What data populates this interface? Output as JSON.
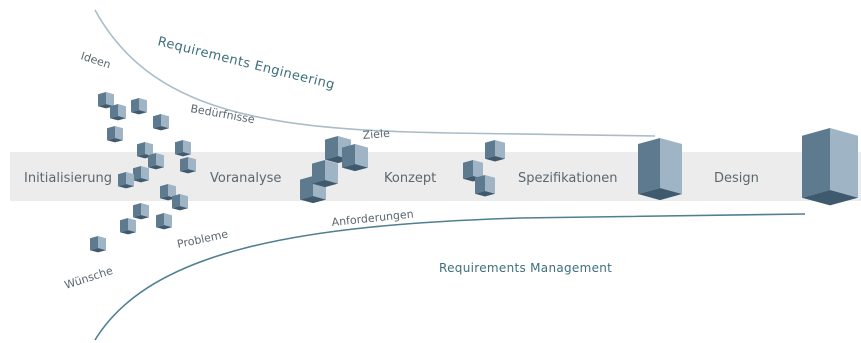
{
  "diagram": {
    "title_engineering": "Requirements Engineering",
    "title_management": "Requirements Management",
    "phases": {
      "initialisierung": "Initialisierung",
      "voranalyse": "Voranalyse",
      "konzept": "Konzept",
      "spezifikationen": "Spezifikationen",
      "design": "Design"
    },
    "inputs": {
      "ideen": "Ideen",
      "beduerfnisse": "Bedürfnisse",
      "probleme": "Probleme",
      "wuensche": "Wünsche"
    },
    "outputs": {
      "ziele": "Ziele",
      "anforderungen": "Anforderungen"
    }
  },
  "colors": {
    "band": "#ececec",
    "curve": "#9fb3c0",
    "cube_front": "#5e7a8f",
    "cube_side": "#9fb4c5",
    "cube_top": "#3f5a6e",
    "text": "#5b6770",
    "title": "#3e6f7e"
  }
}
